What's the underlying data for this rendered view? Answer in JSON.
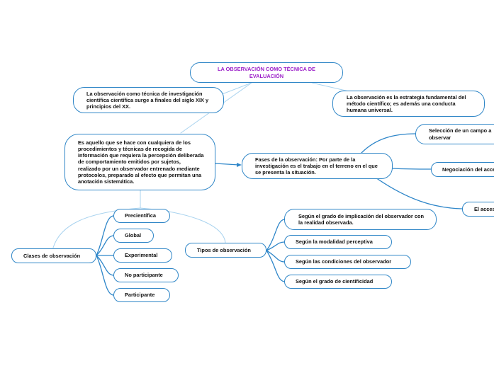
{
  "colors": {
    "border": "#2f86c7",
    "connector_dark": "#2e86c9",
    "connector_light": "#a9d3ef",
    "title_text": "#9b1ec8",
    "text": "#111111"
  },
  "map": {
    "root": "LA OBSERVACIÓN COMO TÉCNICA DE EVALUACIÓN",
    "left_note": "La observación como técnica de investigación científica científica surge a finales del siglo XIX y principios del XX.",
    "right_note": "La observación es la estrategia fundamental del método científico; es además una conducta humana universal.",
    "definition": "Es aquello que se hace con cualquiera de los procedimientos y técnicas de recogida de información que requiera la percepción deliberada de comportamiento emitidos por sujetos, realizado por un observador entrenado mediante protocolos, preparado al efecto que permitan una anotación sistemática.",
    "phases": {
      "label": "Fases de la observación: Por parte de la investigación es el trabajo en el terreno en el que se presenta la situación.",
      "items": [
        "Selección de un campo a observar",
        "Negociación del acceso",
        "El acceso"
      ]
    },
    "classes": {
      "label": "Clases de observación",
      "items": [
        "Precientífica",
        "Global",
        "Experimental",
        "No participante",
        "Participante"
      ]
    },
    "types": {
      "label": "Tipos de observación",
      "items": [
        "Según el grado de implicación del observador con la realidad observada.",
        "Según la modalidad perceptiva",
        "Según las condiciones del observador",
        "Según el grado de cientificidad"
      ]
    }
  }
}
